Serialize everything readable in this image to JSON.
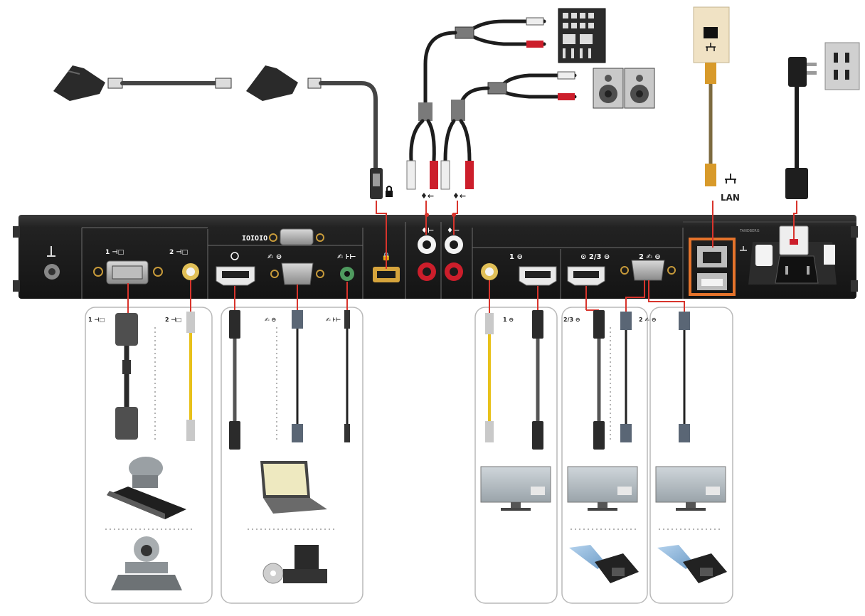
{
  "labels": {
    "lan": "LAN",
    "serial_code": "IOIOIO",
    "codec_rear_text": "TANDBERG"
  },
  "icons": [
    "microphone-icon",
    "camera-input-icon",
    "dvi-connector-icon",
    "hdmi-connector-icon",
    "vga-connector-icon",
    "audio-out-icon",
    "audio-in-icon",
    "network-icon",
    "power-icon",
    "lock-icon",
    "monitor-icon",
    "projector-icon",
    "laptop-icon",
    "dvd-player-icon"
  ],
  "colors": {
    "chassis": "#1f1f1f",
    "panel_line": "#bdbdbd",
    "wire_accent": "#d8342c",
    "lan_highlight": "#e5732b",
    "lan_cable": "#d89a2a",
    "rca_red": "#cc1e2b",
    "rca_white": "#f2f2f2",
    "yellow_cable": "#e8c11a"
  }
}
